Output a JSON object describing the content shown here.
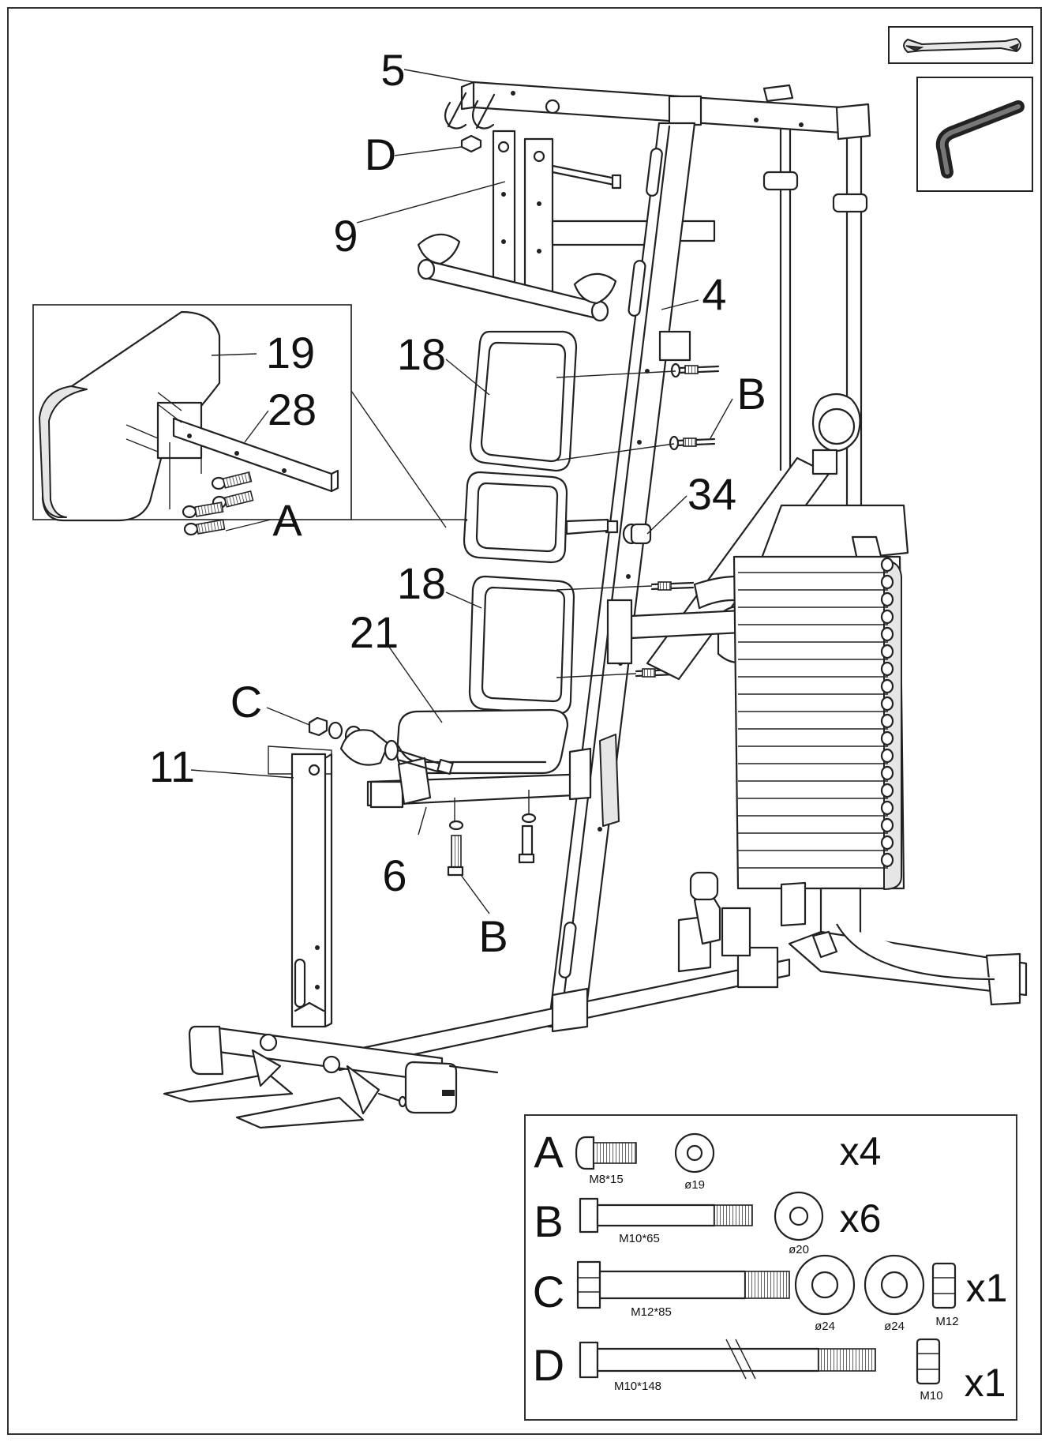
{
  "callouts": {
    "p5": "5",
    "pD": "D",
    "p9": "9",
    "p4": "4",
    "p18a": "18",
    "pB1": "B",
    "p34": "34",
    "p18b": "18",
    "p21": "21",
    "pC": "C",
    "p11": "11",
    "p6": "6",
    "pB2": "B"
  },
  "inset": {
    "p19": "19",
    "p28": "28",
    "pA": "A"
  },
  "hardware": {
    "A": {
      "letter": "A",
      "bolt": "M8*15",
      "washer": "ø19",
      "qty": "x4"
    },
    "B": {
      "letter": "B",
      "bolt": "M10*65",
      "washer": "ø20",
      "qty": "x6"
    },
    "C": {
      "letter": "C",
      "bolt": "M12*85",
      "washer1": "ø24",
      "washer2": "ø24",
      "nut": "M12",
      "qty": "x1"
    },
    "D": {
      "letter": "D",
      "bolt": "M10*148",
      "nut": "M10",
      "qty": "x1"
    }
  }
}
